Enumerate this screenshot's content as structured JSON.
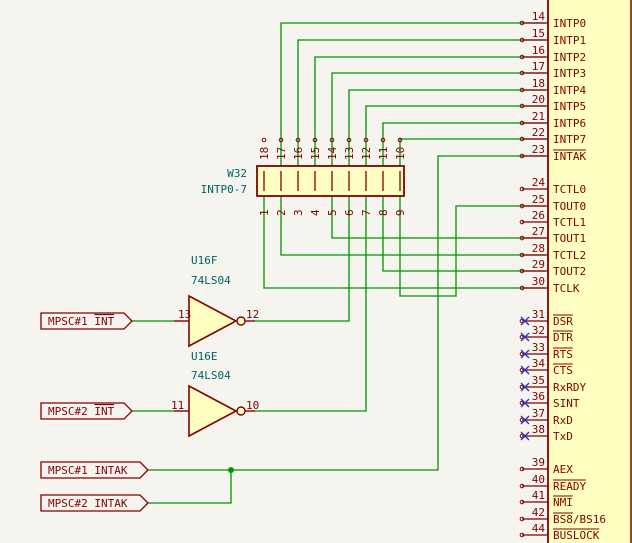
{
  "colors": {
    "background": "#f5f4ef",
    "wire": "#009400",
    "body_stroke": "#840000",
    "body_fill": "#ffffc2",
    "pin_text": "#840000",
    "ref_text": "#006464",
    "label_text": "#840000",
    "noconnect": "#3232c8",
    "junction": "#009400"
  },
  "header": {
    "ref": "W32",
    "value": "INTP0-7",
    "top_pins": [
      "18",
      "17",
      "16",
      "15",
      "14",
      "13",
      "12",
      "11",
      "10"
    ],
    "bottom_pins": [
      "1",
      "2",
      "3",
      "4",
      "5",
      "6",
      "7",
      "8",
      "9"
    ]
  },
  "inverters": [
    {
      "ref": "U16F",
      "part": "74LS04",
      "in_pin": "13",
      "out_pin": "12",
      "input_label": "MPSC#1 INT"
    },
    {
      "ref": "U16E",
      "part": "74LS04",
      "in_pin": "11",
      "out_pin": "10",
      "input_label": "MPSC#2 INT"
    }
  ],
  "intak_labels": [
    "MPSC#1 INTAK",
    "MPSC#2 INTAK"
  ],
  "cpu_pins": [
    {
      "num": "14",
      "name": "INTP0",
      "nc": false
    },
    {
      "num": "15",
      "name": "INTP1",
      "nc": false
    },
    {
      "num": "16",
      "name": "INTP2",
      "nc": false
    },
    {
      "num": "17",
      "name": "INTP3",
      "nc": false
    },
    {
      "num": "18",
      "name": "INTP4",
      "nc": false
    },
    {
      "num": "20",
      "name": "INTP5",
      "nc": false
    },
    {
      "num": "21",
      "name": "INTP6",
      "nc": false
    },
    {
      "num": "22",
      "name": "INTP7",
      "nc": false
    },
    {
      "num": "23",
      "name": "INTAK",
      "nc": false
    },
    {
      "num": "24",
      "name": "TCTL0",
      "nc": false
    },
    {
      "num": "25",
      "name": "TOUT0",
      "nc": false
    },
    {
      "num": "26",
      "name": "TCTL1",
      "nc": false
    },
    {
      "num": "27",
      "name": "TOUT1",
      "nc": false
    },
    {
      "num": "28",
      "name": "TCTL2",
      "nc": false
    },
    {
      "num": "29",
      "name": "TOUT2",
      "nc": false
    },
    {
      "num": "30",
      "name": "TCLK",
      "nc": false
    },
    {
      "num": "31",
      "name": "DSR",
      "nc": true
    },
    {
      "num": "32",
      "name": "DTR",
      "nc": true
    },
    {
      "num": "33",
      "name": "RTS",
      "nc": true
    },
    {
      "num": "34",
      "name": "CTS",
      "nc": true
    },
    {
      "num": "35",
      "name": "RxRDY",
      "nc": true
    },
    {
      "num": "36",
      "name": "SINT",
      "nc": true
    },
    {
      "num": "37",
      "name": "RxD",
      "nc": true
    },
    {
      "num": "38",
      "name": "TxD",
      "nc": true
    },
    {
      "num": "39",
      "name": "AEX",
      "nc": false
    },
    {
      "num": "40",
      "name": "READY",
      "nc": false
    },
    {
      "num": "41",
      "name": "NMI",
      "nc": false
    },
    {
      "num": "42",
      "name": "BS8/BS16",
      "nc": false
    },
    {
      "num": "44",
      "name": "BUSLOCK",
      "nc": false
    }
  ]
}
